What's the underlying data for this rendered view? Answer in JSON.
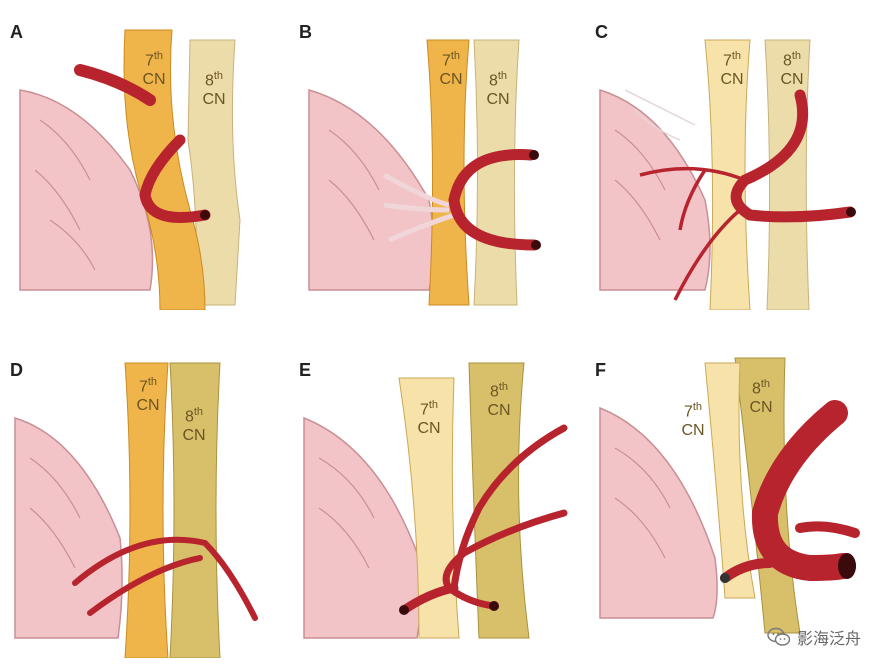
{
  "panels": [
    {
      "letter": "A",
      "seventh": "7",
      "eighth": "8",
      "sup": "th",
      "cn": "CN"
    },
    {
      "letter": "B",
      "seventh": "7",
      "eighth": "8",
      "sup": "th",
      "cn": "CN"
    },
    {
      "letter": "C",
      "seventh": "7",
      "eighth": "8",
      "sup": "th",
      "cn": "CN"
    },
    {
      "letter": "D",
      "seventh": "7",
      "eighth": "8",
      "sup": "th",
      "cn": "CN"
    },
    {
      "letter": "E",
      "seventh": "7",
      "eighth": "8",
      "sup": "th",
      "cn": "CN"
    },
    {
      "letter": "F",
      "seventh": "7",
      "eighth": "8",
      "sup": "th",
      "cn": "CN"
    }
  ],
  "watermark": {
    "text": "影海泛舟",
    "icon": "wechat-icon"
  },
  "colors": {
    "nerve_7": "#f0b54a",
    "nerve_8": "#e8d9a8",
    "vessel": "#b7242d",
    "brainstem": "#f2c4c8",
    "background": "#ffffff"
  }
}
